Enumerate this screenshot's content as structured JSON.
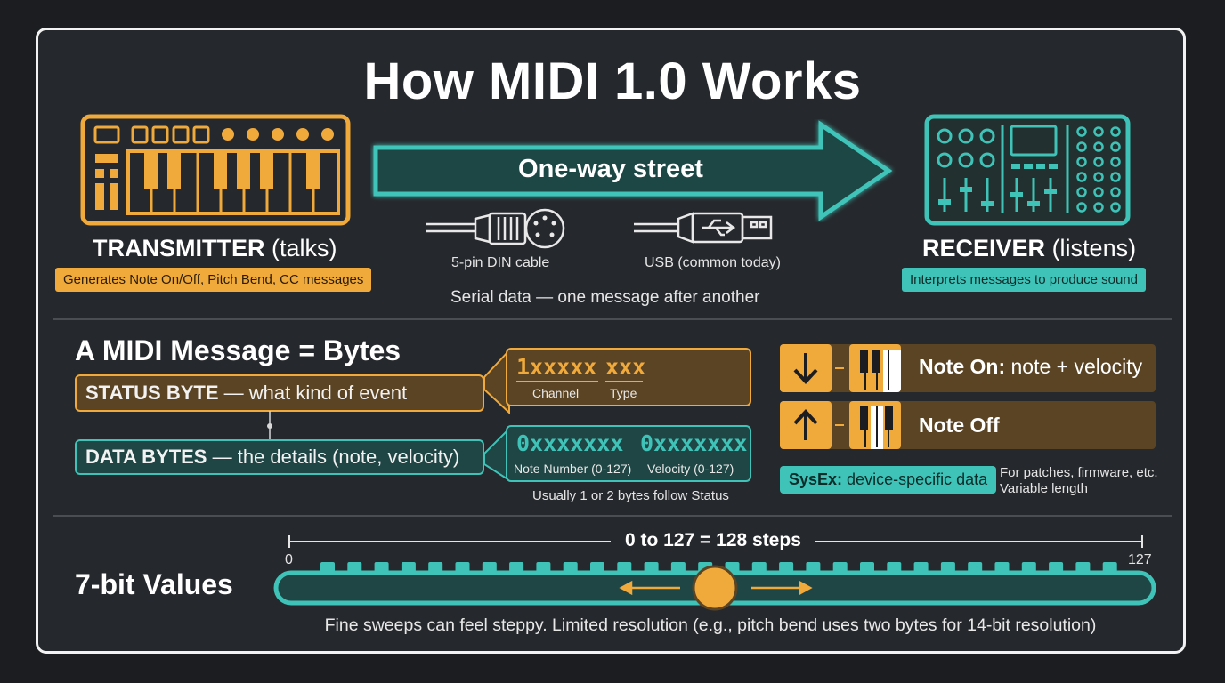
{
  "title": "How MIDI 1.0 Works",
  "transmitter": {
    "label": "TRANSMITTER",
    "paren": "(talks)",
    "tag": "Generates Note On/Off, Pitch Bend, CC messages"
  },
  "receiver": {
    "label": "RECEIVER",
    "paren": "(listens)",
    "tag": "Interprets messages to produce sound"
  },
  "arrow_label": "One-way street",
  "cables": {
    "din": "5-pin DIN cable",
    "usb": "USB (common today)",
    "note": "Serial data — one message after another"
  },
  "message": {
    "title": "A MIDI Message = Bytes",
    "status_bold": "STATUS BYTE",
    "status_rest": " — what kind of event",
    "data_bold": "DATA BYTES",
    "data_rest": " — the details (note, velocity)",
    "status_bits_a": "1xxxxx",
    "status_bits_b": "xxx",
    "status_sub_a": "Channel",
    "status_sub_b": "Type",
    "data_bits_a": "0xxxxxxx",
    "data_bits_b": "0xxxxxxx",
    "data_sub_a": "Note Number (0-127)",
    "data_sub_b": "Velocity (0-127)",
    "data_note": "Usually 1 or 2 bytes follow Status"
  },
  "events": {
    "note_on_bold": "Note On:",
    "note_on_rest": " note + velocity",
    "note_off": "Note Off",
    "sysex_bold": "SysEx:",
    "sysex_rest": " device-specific data",
    "sysex_note_1": "For patches, firmware, etc.",
    "sysex_note_2": "Variable length"
  },
  "values": {
    "title": "7-bit Values",
    "range_label": "0 to 127 = 128 steps",
    "min": "0",
    "max": "127",
    "caption": "Fine sweeps can feel steppy. Limited resolution (e.g., pitch bend uses two bytes for 14-bit resolution)",
    "slider_position": 0.5
  },
  "colors": {
    "orange": "#f0a93b",
    "teal": "#3fc3b8",
    "background": "#25282c"
  }
}
